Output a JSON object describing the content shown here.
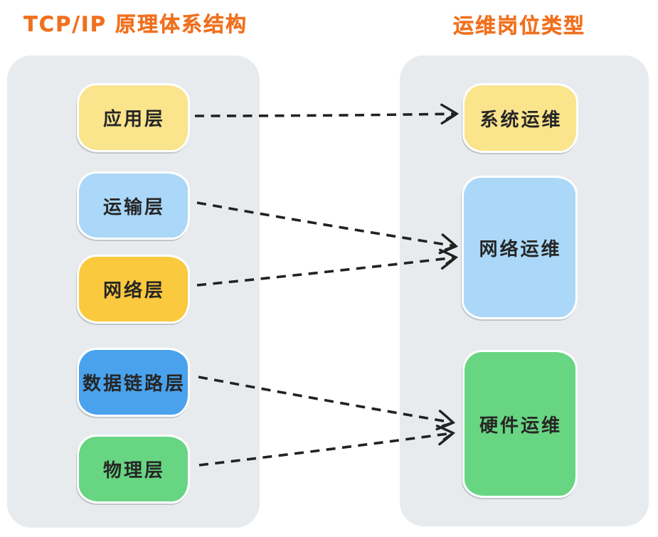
{
  "titles": {
    "left": "TCP/IP 原理体系结构",
    "right": "运维岗位类型"
  },
  "colors": {
    "title": "#F0701E",
    "panel_bg": "#E8EBEE",
    "arrow": "#222222",
    "box_text": "#262626",
    "yellow_light": "#FAE48C",
    "blue_light": "#ABD8F8",
    "gold": "#FBC93D",
    "blue": "#4AA2ED",
    "green": "#68D583"
  },
  "left_panel": {
    "boxes": [
      {
        "id": "app-layer",
        "label": "应用层",
        "color": "yellow_light"
      },
      {
        "id": "transport-layer",
        "label": "运输层",
        "color": "blue_light"
      },
      {
        "id": "network-layer",
        "label": "网络层",
        "color": "gold"
      },
      {
        "id": "datalink-layer",
        "label": "数据链路层",
        "color": "blue"
      },
      {
        "id": "physical-layer",
        "label": "物理层",
        "color": "green"
      }
    ]
  },
  "right_panel": {
    "boxes": [
      {
        "id": "system-ops",
        "label": "系统运维",
        "color": "yellow_light"
      },
      {
        "id": "network-ops",
        "label": "网络运维",
        "color": "blue_light"
      },
      {
        "id": "hardware-ops",
        "label": "硬件运维",
        "color": "green"
      }
    ]
  },
  "connections": [
    {
      "from": "app-layer",
      "to": "system-ops"
    },
    {
      "from": "transport-layer",
      "to": "network-ops"
    },
    {
      "from": "network-layer",
      "to": "network-ops"
    },
    {
      "from": "datalink-layer",
      "to": "hardware-ops"
    },
    {
      "from": "physical-layer",
      "to": "hardware-ops"
    }
  ]
}
